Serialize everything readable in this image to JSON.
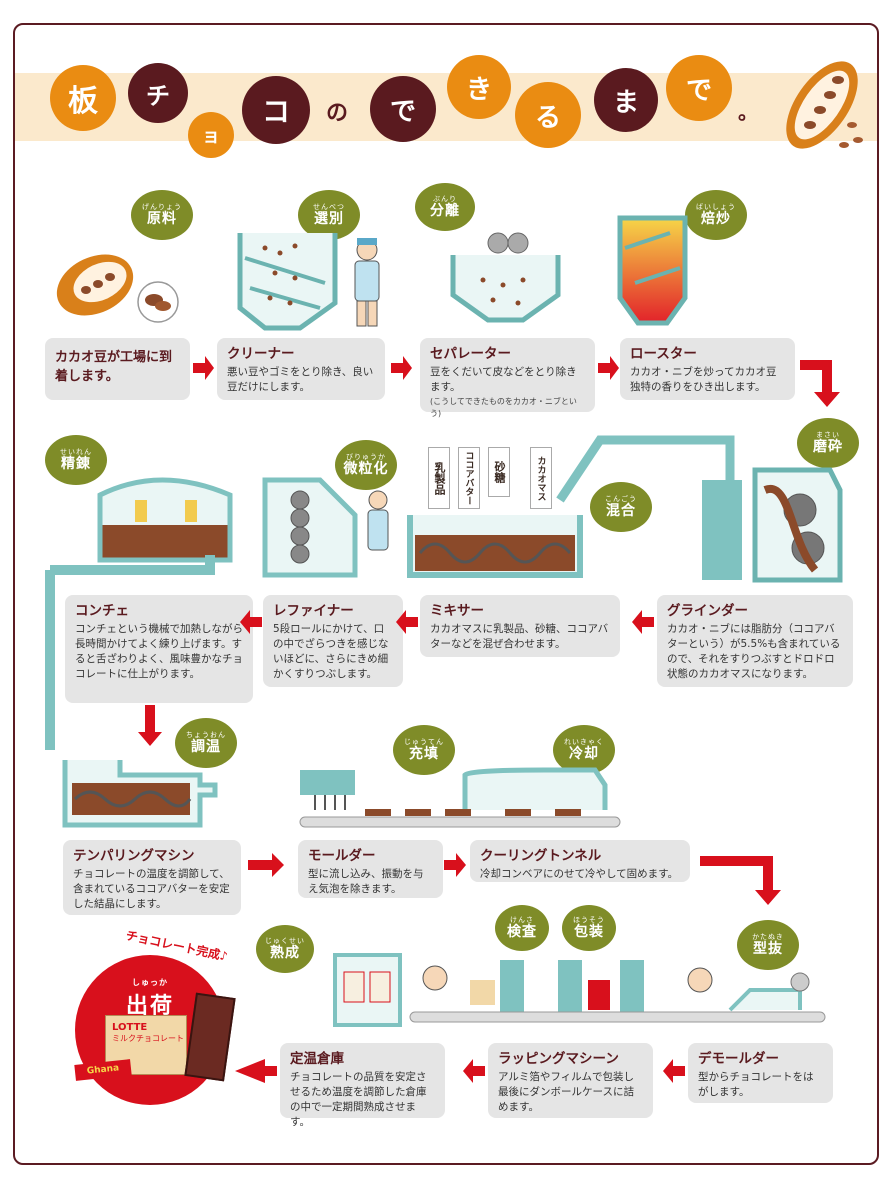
{
  "title": {
    "chars": [
      "板",
      "チ",
      "ョ",
      "コ",
      "の",
      "で",
      "き",
      "る",
      "ま",
      "で",
      "。"
    ]
  },
  "steps": [
    {
      "ruby": "げんりょう",
      "label": "原料",
      "card_title": "カカオ豆が工場に到着します。",
      "card_desc": "",
      "card_note": ""
    },
    {
      "ruby": "せんべつ",
      "label": "選別",
      "card_title": "クリーナー",
      "card_desc": "悪い豆やゴミをとり除き、良い豆だけにします。",
      "card_note": ""
    },
    {
      "ruby": "ぶんり",
      "label": "分離",
      "card_title": "セパレーター",
      "card_desc": "豆をくだいて皮などをとり除きます。",
      "card_note": "(こうしてできたものをカカオ・ニブという)"
    },
    {
      "ruby": "ばいしょう",
      "label": "焙炒",
      "card_title": "ロースター",
      "card_desc": "カカオ・ニブを炒ってカカオ豆独特の香りをひき出します。",
      "card_note": ""
    },
    {
      "ruby": "まさい",
      "label": "磨砕",
      "card_title": "グラインダー",
      "card_desc": "カカオ・ニブには脂肪分（ココアバターという）が5.5%も含まれているので、それをすりつぶすとドロドロ状態のカカオマスになります。",
      "card_note": ""
    },
    {
      "ruby": "こんごう",
      "label": "混合",
      "card_title": "ミキサー",
      "card_desc": "カカオマスに乳製品、砂糖、ココアバターなどを混ぜ合わせます。",
      "card_note": ""
    },
    {
      "ruby": "びりゅうか",
      "label": "微粒化",
      "card_title": "レファイナー",
      "card_desc": "5段ロールにかけて、口の中でざらつきを感じないほどに、さらにきめ細かくすりつぶします。",
      "card_note": ""
    },
    {
      "ruby": "せいれん",
      "label": "精錬",
      "card_title": "コンチェ",
      "card_desc": "コンチェという機械で加熱しながら長時間かけてよく練り上げます。すると舌ざわりよく、風味豊かなチョコレートに仕上がります。",
      "card_note": ""
    },
    {
      "ruby": "ちょうおん",
      "label": "調温",
      "card_title": "テンパリングマシン",
      "card_desc": "チョコレートの温度を調節して、含まれているココアバターを安定した結晶にします。",
      "card_note": ""
    },
    {
      "ruby": "じゅうてん",
      "label": "充填",
      "card_title": "モールダー",
      "card_desc": "型に流し込み、振動を与え気泡を除きます。",
      "card_note": ""
    },
    {
      "ruby": "れいきゃく",
      "label": "冷却",
      "card_title": "クーリングトンネル",
      "card_desc": "冷却コンベアにのせて冷やして固めます。",
      "card_note": ""
    },
    {
      "ruby": "かたぬき",
      "label": "型抜",
      "card_title": "デモールダー",
      "card_desc": "型からチョコレートをはがします。",
      "card_note": ""
    },
    {
      "ruby": "けんさ",
      "label": "検査",
      "card_title": "",
      "card_desc": "",
      "card_note": ""
    },
    {
      "ruby": "ほうそう",
      "label": "包装",
      "card_title": "ラッピングマシーン",
      "card_desc": "アルミ箔やフィルムで包装し最後にダンボールケースに詰めます。",
      "card_note": ""
    },
    {
      "ruby": "じゅくせい",
      "label": "熟成",
      "card_title": "定温倉庫",
      "card_desc": "チョコレートの品質を安定させるため温度を調節した倉庫の中で一定期間熟成させます。",
      "card_note": ""
    }
  ],
  "ingredients": [
    "乳製品",
    "ココアバター",
    "砂糖",
    "カカオマス"
  ],
  "final": {
    "caption": "チョコレート完成♪",
    "ruby": "しゅっか",
    "label": "出荷",
    "box_brand": "LOTTE",
    "box_text": "ミルクチョコレート",
    "bar_brand": "Ghana"
  },
  "colors": {
    "accent_orange": "#ea8c12",
    "dark_brown": "#5a1a1f",
    "olive": "#7f8c28",
    "arrow_red": "#d8101c",
    "machine_teal": "#7fc2c0",
    "card_gray": "#e5e5e5"
  }
}
